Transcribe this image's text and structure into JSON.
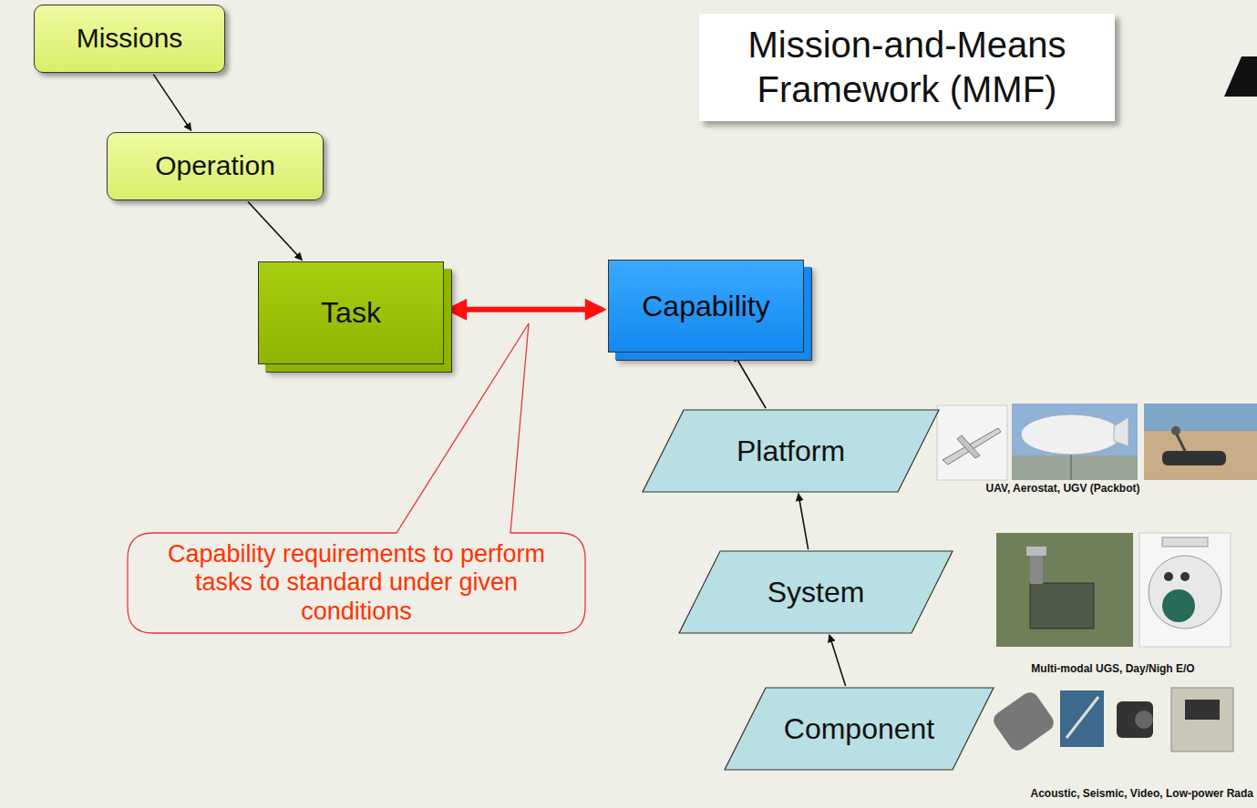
{
  "diagram": {
    "title": "Mission-and-Means Framework (MMF)",
    "nodes": [
      {
        "text": [
          "Missions"
        ]
      },
      {
        "text": [
          "Operation"
        ]
      },
      {
        "text": [
          "Task"
        ]
      },
      {
        "text": [
          "Capability"
        ]
      },
      {
        "text": [
          "Platform"
        ]
      },
      {
        "text": [
          "System"
        ]
      },
      {
        "text": [
          "Component"
        ]
      },
      {
        "text": [
          "Capability requirements to perform tasks to standard under given conditions"
        ]
      }
    ],
    "edges": [
      {
        "from": 0,
        "to": 1,
        "arrow": "to"
      },
      {
        "from": 1,
        "to": 2,
        "arrow": "to"
      },
      {
        "from": 2,
        "to": 3,
        "arrow": "both"
      },
      {
        "from": 4,
        "to": 3,
        "arrow": "to"
      },
      {
        "from": 5,
        "to": 4,
        "arrow": "to"
      },
      {
        "from": 6,
        "to": 5,
        "arrow": "to"
      }
    ],
    "labels": [
      "UAV, Aerostat, UGV (Packbot)",
      "Multi-modal UGS, Day/Nigh E/O",
      "Acoustic, Seismic, Video, Low-power Rada"
    ]
  }
}
